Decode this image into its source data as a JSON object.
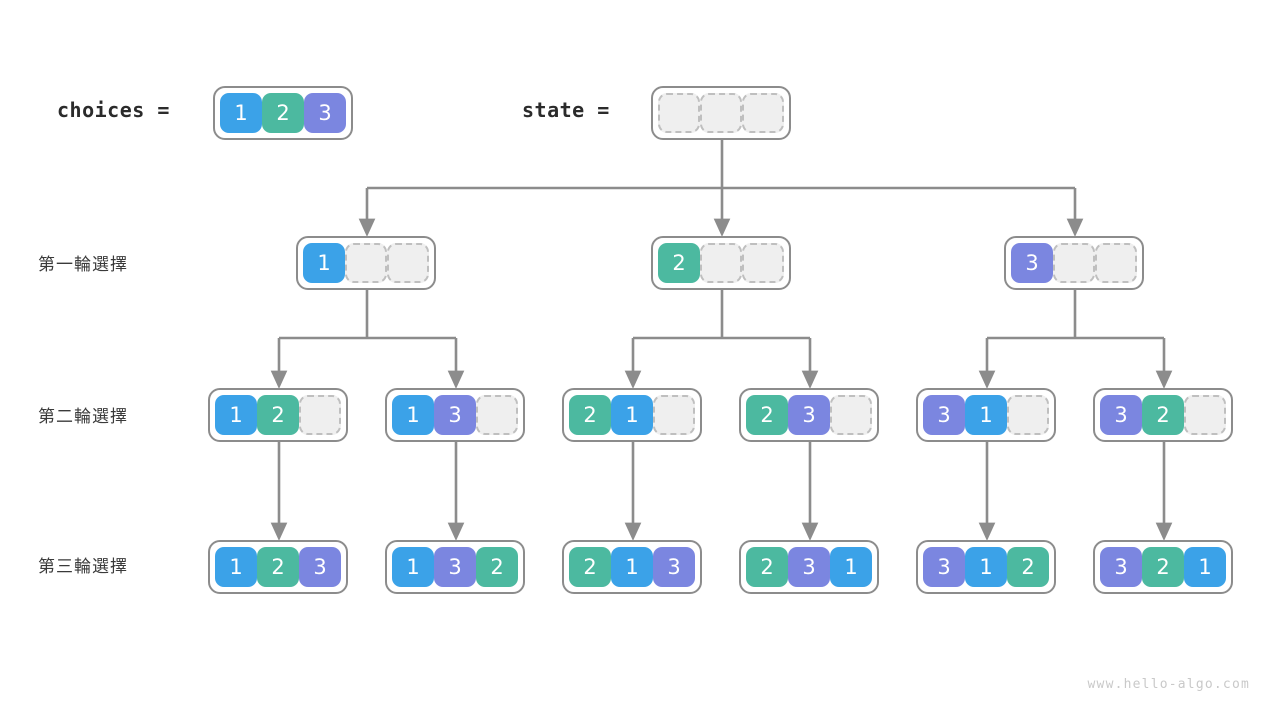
{
  "labels": {
    "choices_label": "choices =",
    "state_label": "state =",
    "round1": "第一輪選擇",
    "round2": "第二輪選擇",
    "round3": "第三輪選擇"
  },
  "watermark": "www.hello-algo.com",
  "colors": {
    "value_1": "#3ba2e8",
    "value_2": "#4cb9a0",
    "value_3": "#7b86e0",
    "empty_fill": "#efefef",
    "empty_border": "#bfbfbf",
    "box_border": "#8c8c8c",
    "wire": "#8c8c8c",
    "text": "#2b2b2b",
    "watermark": "#c9c9c9"
  },
  "choices": {
    "cells": [
      "1",
      "2",
      "3"
    ]
  },
  "state": {
    "cells": [
      "",
      "",
      ""
    ]
  },
  "round1": [
    {
      "cells": [
        "1",
        "",
        ""
      ]
    },
    {
      "cells": [
        "2",
        "",
        ""
      ]
    },
    {
      "cells": [
        "3",
        "",
        ""
      ]
    }
  ],
  "round2": [
    {
      "cells": [
        "1",
        "2",
        ""
      ]
    },
    {
      "cells": [
        "1",
        "3",
        ""
      ]
    },
    {
      "cells": [
        "2",
        "1",
        ""
      ]
    },
    {
      "cells": [
        "2",
        "3",
        ""
      ]
    },
    {
      "cells": [
        "3",
        "1",
        ""
      ]
    },
    {
      "cells": [
        "3",
        "2",
        ""
      ]
    }
  ],
  "round3": [
    {
      "cells": [
        "1",
        "2",
        "3"
      ]
    },
    {
      "cells": [
        "1",
        "3",
        "2"
      ]
    },
    {
      "cells": [
        "2",
        "1",
        "3"
      ]
    },
    {
      "cells": [
        "2",
        "3",
        "1"
      ]
    },
    {
      "cells": [
        "3",
        "1",
        "2"
      ]
    },
    {
      "cells": [
        "3",
        "2",
        "1"
      ]
    }
  ]
}
